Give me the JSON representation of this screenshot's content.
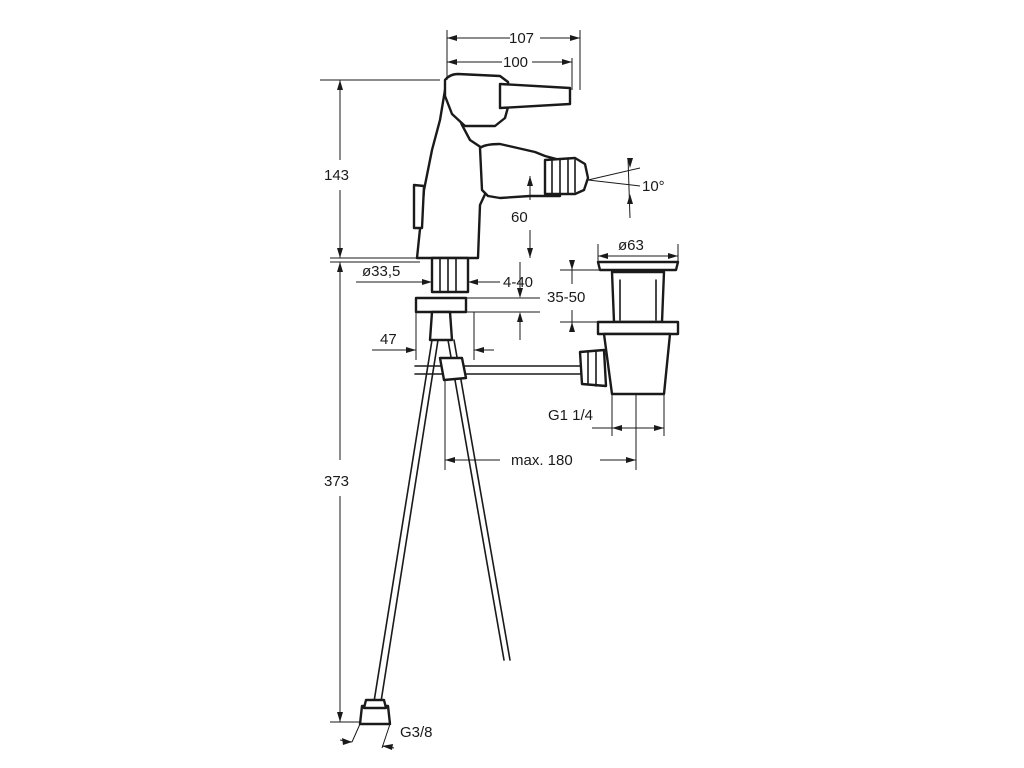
{
  "dimensions": {
    "width_107": "107",
    "width_100": "100",
    "height_143": "143",
    "angle_10": "10°",
    "spout_60": "60",
    "dia_33_5": "ø33,5",
    "range_4_40": "4-40",
    "dia_63": "ø63",
    "range_35_50": "35-50",
    "dim_47": "47",
    "thread_g1_1_4": "G1 1/4",
    "max_180": "max. 180",
    "height_373": "373",
    "thread_g3_8": "G3/8"
  },
  "colors": {
    "line": "#1a1a1a",
    "background": "#ffffff"
  }
}
